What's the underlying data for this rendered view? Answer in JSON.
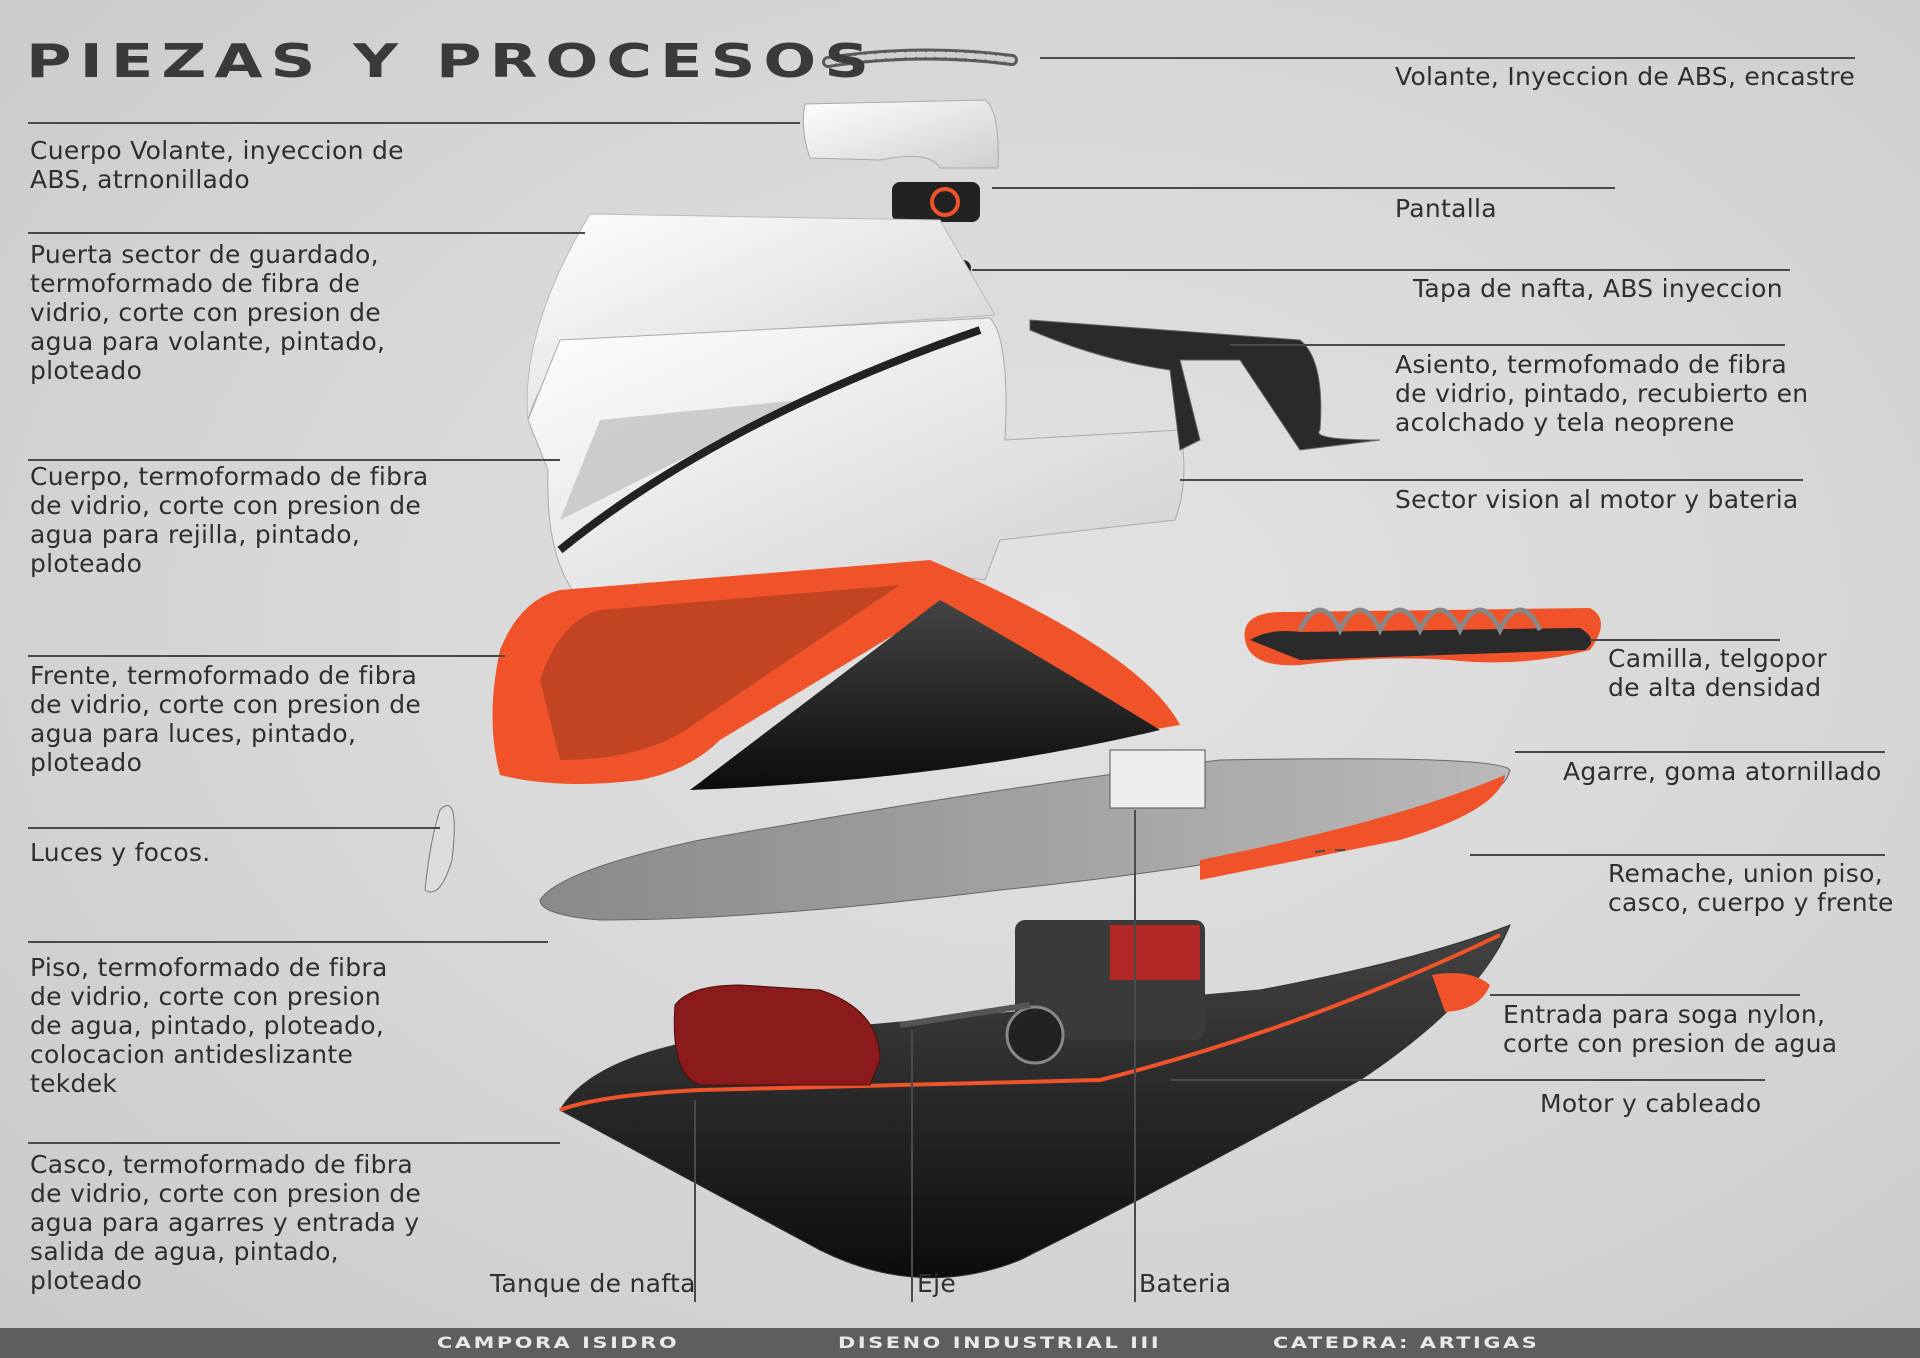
{
  "title": "PIEZAS Y PROCESOS",
  "labels_left": [
    "Cuerpo Volante, inyeccion de\nABS, atrnonillado",
    "Puerta sector de guardado,\ntermoformado de fibra de\nvidrio, corte con presion de\nagua para volante, pintado,\nploteado",
    "Cuerpo, termoformado de fibra\nde vidrio, corte con presion de\nagua para rejilla, pintado,\nploteado",
    "Frente, termoformado de fibra\nde vidrio, corte con presion de\nagua para luces, pintado,\nploteado",
    "Luces y focos.",
    "Piso, termoformado de fibra\nde vidrio, corte con presion\nde agua, pintado, ploteado,\ncolocacion antideslizante\ntekdek",
    "Casco, termoformado de fibra\nde vidrio, corte con presion de\nagua para agarres y entrada y\nsalida de agua, pintado,\nploteado"
  ],
  "labels_right": [
    "Volante, Inyeccion de ABS, encastre",
    "Pantalla",
    "Tapa de nafta, ABS inyeccion",
    "Asiento, termofomado de fibra\nde vidrio, pintado, recubierto en\nacolchado y tela neoprene",
    "Sector vision al motor y bateria",
    "Camilla, telgopor\nde alta densidad",
    "Agarre, goma atornillado",
    "Remache, union piso,\ncasco, cuerpo y frente",
    "Entrada para soga nylon,\ncorte con presion de agua",
    "Motor y cableado"
  ],
  "labels_bottom": [
    "Tanque de nafta",
    "Eje",
    "Bateria"
  ],
  "footer": {
    "author": "CAMPORA ISIDRO",
    "course": "DISENO INDUSTRIAL III",
    "chair": "CATEDRA: ARTIGAS"
  },
  "colors": {
    "accent_orange": "#f0532a",
    "hull_dark": "#1e1e1e",
    "body_white": "#f2f2f2",
    "text": "#2f2f2f",
    "footer_bg": "#5e5e5e"
  }
}
